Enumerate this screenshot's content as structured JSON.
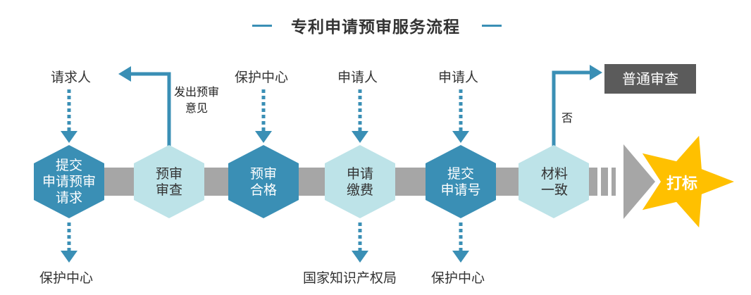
{
  "title": "专利申请预审服务流程",
  "colors": {
    "primary_blue": "#3a8fb5",
    "light_teal": "#bde3e8",
    "bar_gray": "#a6a6a6",
    "box_gray": "#5b5b5b",
    "star_yellow": "#ffc000"
  },
  "steps": [
    {
      "lines": [
        "提交",
        "申请预审",
        "请求"
      ],
      "style": "dark",
      "top_label": "请求人",
      "bottom_label": "保护中心"
    },
    {
      "lines": [
        "预审",
        "审查"
      ],
      "style": "light",
      "side_note": [
        "发出预审",
        "意见"
      ]
    },
    {
      "lines": [
        "预审",
        "合格"
      ],
      "style": "dark",
      "top_label": "保护中心"
    },
    {
      "lines": [
        "申请",
        "缴费"
      ],
      "style": "light",
      "top_label": "申请人",
      "bottom_label": "国家知识产权局"
    },
    {
      "lines": [
        "提交",
        "申请号"
      ],
      "style": "dark",
      "top_label": "申请人",
      "bottom_label": "保护中心"
    },
    {
      "lines": [
        "材料",
        "一致"
      ],
      "style": "light",
      "side_note": [
        "否"
      ]
    }
  ],
  "branch_box": "普通审查",
  "end_star": "打标"
}
